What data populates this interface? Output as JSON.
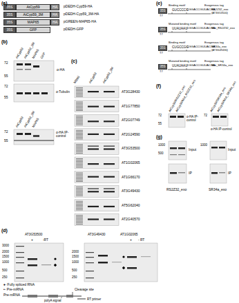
{
  "diagram": {
    "nodes": [
      {
        "text": [
          "35S"
        ]
      },
      {
        "text": [
          "AtCyp59"
        ]
      },
      {
        "text": [
          "HA"
        ]
      },
      {
        "text": [
          "35S"
        ]
      },
      {
        "text": [
          "AtCyp59_3M"
        ]
      },
      {
        "text": [
          "HA"
        ]
      },
      {
        "text": [
          "35S"
        ]
      },
      {
        "text": [
          "MAP65"
        ]
      },
      {
        "text": [
          "HA"
        ]
      },
      {
        "text": [
          "35S"
        ]
      },
      {
        "text": [
          "GFP"
        ]
      },
      {
        "text": [
          "35S"
        ]
      },
      {
        "text": [
          "35S"
        ]
      },
      {
        "text": [
          "35S"
        ]
      },
      {
        "text": [
          "35S"
        ]
      }
    ],
    "labels": [
      "(a)",
      "pDEDH-Cyp59-HA",
      "pDEDH-Cyp59_3M-HA",
      "pGREEN-MAP65-HA",
      "pDEDH-GFP",
      "(b)",
      "AtCyp59",
      "AtCyp59_3M",
      "MAP65",
      "GFP",
      "72",
      "55",
      "α-HA",
      "72",
      "55",
      "α-Tubulin",
      "AtCyp59",
      "AtCyp59_3M",
      "MAP65",
      "72",
      "55",
      "α-HA IP-control",
      "(c)",
      "M(bp)",
      "AtCyp59",
      "AtCyp59_3M",
      "AT3G28430",
      "AT1G77850",
      "AT2G07749",
      "AT2G24590",
      "AT3G53500",
      "AT1G02065",
      "AT1G66170",
      "AT3G49430",
      "AT5G62040",
      "AT2G40570",
      "(d)",
      "AT3G53500",
      "+",
      "-RT",
      "AT3G49430",
      "AT1G02065",
      "+",
      "- RT",
      "3000",
      "2000",
      "1500",
      "1000",
      "500",
      "250",
      "2000",
      "1500",
      "1000",
      "500",
      "250",
      "♦- Fully spliced RNA",
      "•- Pre-mRNA",
      "Pre-mRNA",
      "Cleavage site",
      "polyA signal",
      "RT primer",
      "(e)",
      "Binding motif",
      "Exogenous tag",
      "GUCCCCG",
      "CGGACCGUUACGA",
      "RS2Z32_exo",
      "(AT3G53500)",
      "T7",
      "Mutated binding motif",
      "Exogenous tag",
      "UUAUAAU",
      "CGGACCGUUACGA",
      "Mut_RS2Z32_exo",
      "T7",
      "Binding motif",
      "Exogenous tag",
      "CUGCCGG",
      "CGGACCGUUACGA",
      "SR34a_exo",
      "(AT3G49430)",
      "T7",
      "Mutated binding motif",
      "Exogenous tag",
      "UUAUAAU",
      "CGGACCGUUACGA",
      "Mut_SR34a_exo",
      "T7",
      "(f)",
      "AtCyp59/RS2Z32_exo",
      "AtCyp59/Mut_RS2Z32_exo",
      "72",
      "55",
      "α-HA IP-control",
      "AtCyp59/SR34a_exo",
      "AtCyp59/Mut_SR34a_exo",
      "72",
      "α-HA IP-control",
      "(g)",
      "1000",
      "500",
      "Input",
      "IP",
      "RS2Z32_exo",
      "1000",
      "Input",
      "IP",
      "SR34a_exo"
    ]
  }
}
